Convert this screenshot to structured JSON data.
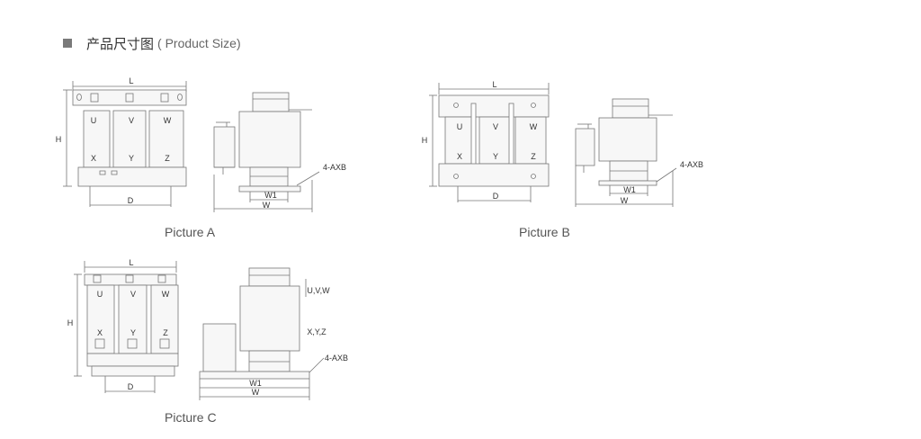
{
  "header": {
    "title_cn": "产品尺寸图",
    "title_en": "( Product Size)"
  },
  "pictures": {
    "a": {
      "caption": "Picture A",
      "dims": {
        "length": "L",
        "height": "H",
        "depth": "D",
        "width": "W",
        "width1": "W1",
        "mount": "4-AXB"
      },
      "phases_top": [
        "U",
        "V",
        "W"
      ],
      "phases_bottom": [
        "X",
        "Y",
        "Z"
      ]
    },
    "b": {
      "caption": "Picture B",
      "dims": {
        "length": "L",
        "height": "H",
        "depth": "D",
        "width": "W",
        "width1": "W1",
        "mount": "4-AXB"
      },
      "phases_top": [
        "U",
        "V",
        "W"
      ],
      "phases_bottom": [
        "X",
        "Y",
        "Z"
      ]
    },
    "c": {
      "caption": "Picture C",
      "dims": {
        "length": "L",
        "height": "H",
        "depth": "D",
        "width": "W",
        "width1": "W1",
        "mount": "4-AXB"
      },
      "phases_top": [
        "U",
        "V",
        "W"
      ],
      "phases_bottom": [
        "X",
        "Y",
        "Z"
      ],
      "side_labels": {
        "top": "U,V,W",
        "bottom": "X,Y,Z"
      }
    }
  }
}
